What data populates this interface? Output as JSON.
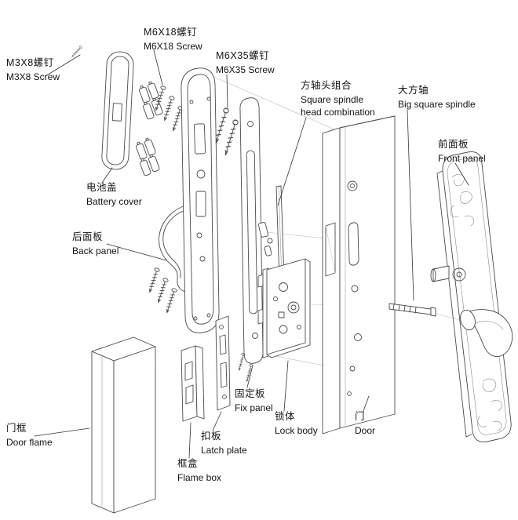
{
  "title": "Door lock exploded-view assembly diagram",
  "colors": {
    "line": "#4a4a4a",
    "faint_line": "#9a9a9a",
    "text": "#141414",
    "background": "#ffffff"
  },
  "labels": {
    "m3x8": {
      "zh": "M3X8螺钉",
      "en": "M3X8 Screw"
    },
    "m6x18": {
      "zh": "M6X18螺钉",
      "en": "M6X18 Screw"
    },
    "m6x35": {
      "zh": "M6X35螺钉",
      "en": "M6X35 Screw"
    },
    "spindle_head": {
      "zh": "方轴头组合",
      "en": "Square spindle\nhead combination"
    },
    "big_spindle": {
      "zh": "大方轴",
      "en": "Big square spindle"
    },
    "front_panel": {
      "zh": "前面板",
      "en": "Front panel"
    },
    "battery_cover": {
      "zh": "电池盖",
      "en": "Battery cover"
    },
    "back_panel": {
      "zh": "后面板",
      "en": "Back panel"
    },
    "fix_panel": {
      "zh": "固定板",
      "en": "Fix panel"
    },
    "latch_plate": {
      "zh": "扣板",
      "en": "Latch plate"
    },
    "lock_body": {
      "zh": "锁体",
      "en": "Lock body"
    },
    "door": {
      "zh": "门",
      "en": "Door"
    },
    "door_frame": {
      "zh": "门框",
      "en": "Door flame"
    },
    "frame_box": {
      "zh": "框盒",
      "en": "Flame box"
    }
  }
}
